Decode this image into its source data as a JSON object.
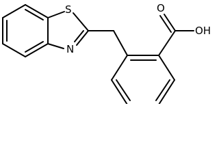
{
  "molecule": {
    "atoms": {
      "sulfur": "S",
      "nitrogen": "N",
      "carbonyl_oxygen": "O",
      "hydroxyl": "OH"
    },
    "line_color": "#000000",
    "background_color": "#ffffff"
  }
}
